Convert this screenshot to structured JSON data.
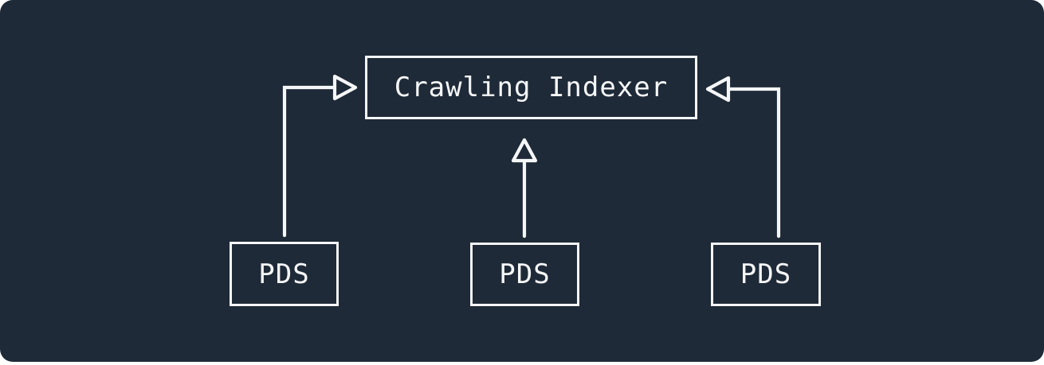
{
  "diagram": {
    "colors": {
      "background": "#1f2a38",
      "stroke": "#f5f6f7",
      "page": "#ffffff"
    },
    "nodes": {
      "indexer": {
        "label": "Crawling Indexer"
      },
      "pds_left": {
        "label": "PDS"
      },
      "pds_mid": {
        "label": "PDS"
      },
      "pds_right": {
        "label": "PDS"
      }
    },
    "arrows": [
      {
        "from": "pds_left",
        "to": "indexer"
      },
      {
        "from": "pds_mid",
        "to": "indexer"
      },
      {
        "from": "pds_right",
        "to": "indexer"
      }
    ]
  }
}
